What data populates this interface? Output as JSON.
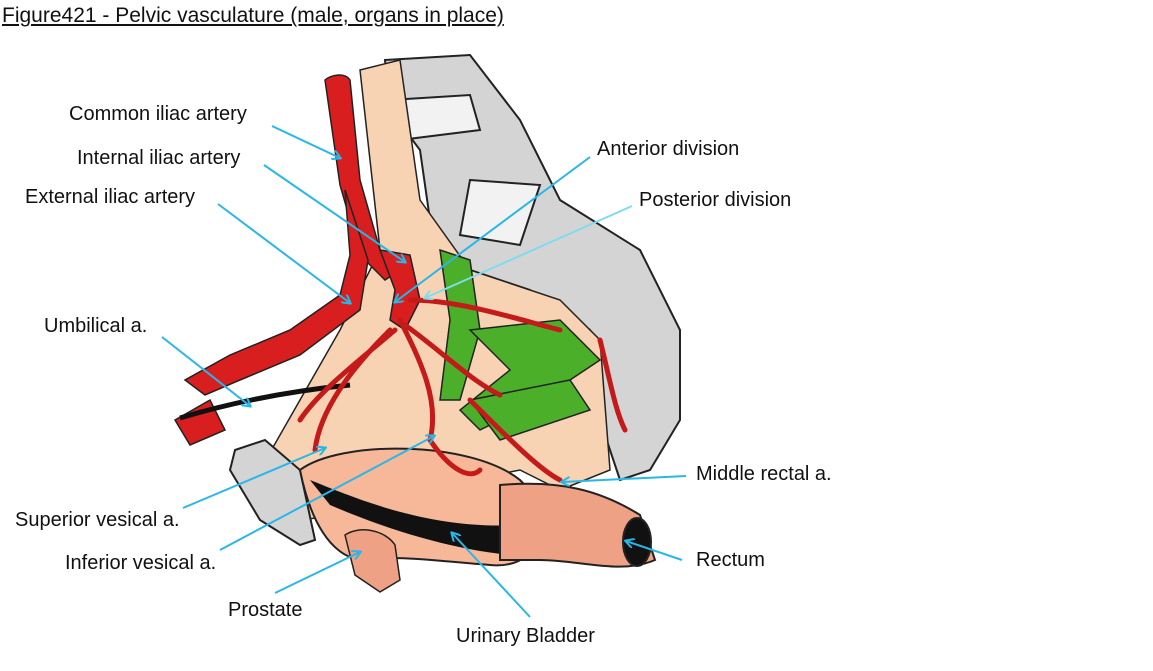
{
  "title": "Figure421 - Pelvic vasculature (male, organs in place)",
  "colors": {
    "leader": "#29b6e8",
    "leader_light": "#7fdcf0",
    "artery": "#d81e1e",
    "muscle_green": "#4caf2a",
    "bone": "#d4d4d4",
    "flesh": "#f7d3b4",
    "organ": "#eea184"
  },
  "labels": {
    "common_iliac": "Common iliac artery",
    "internal_iliac": "Internal iliac artery",
    "external_iliac": "External iliac artery",
    "umbilical": "Umbilical a.",
    "anterior_division": "Anterior division",
    "posterior_division": "Posterior division",
    "superior_vesical": "Superior vesical a.",
    "inferior_vesical": "Inferior vesical a.",
    "prostate": "Prostate",
    "urinary_bladder": "Urinary Bladder",
    "middle_rectal": "Middle rectal a.",
    "rectum": "Rectum"
  }
}
